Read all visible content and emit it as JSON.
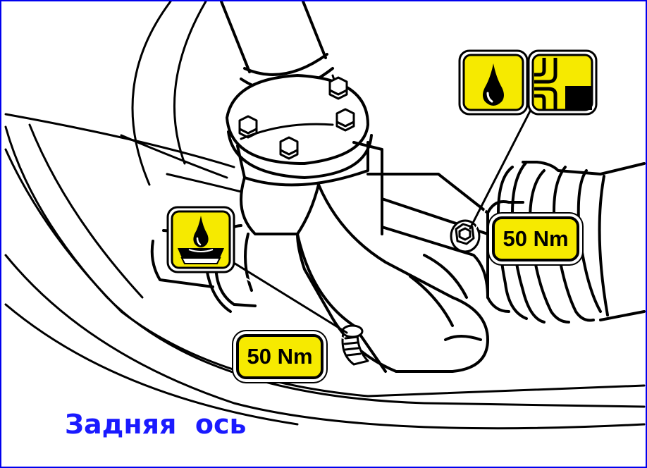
{
  "caption": "Задняя  ось",
  "torque_values": {
    "upper_plug": "50 Nm",
    "lower_plug": "50 Nm"
  },
  "icons": {
    "oil_fill": "oil-drop-icon",
    "oil_level": "oil-level-icon",
    "oil_drain": "oil-drain-icon"
  },
  "colors": {
    "frame_border": "#0000ee",
    "caption": "#1a1aff",
    "label_background": "#f6ea00",
    "line": "#000000"
  }
}
